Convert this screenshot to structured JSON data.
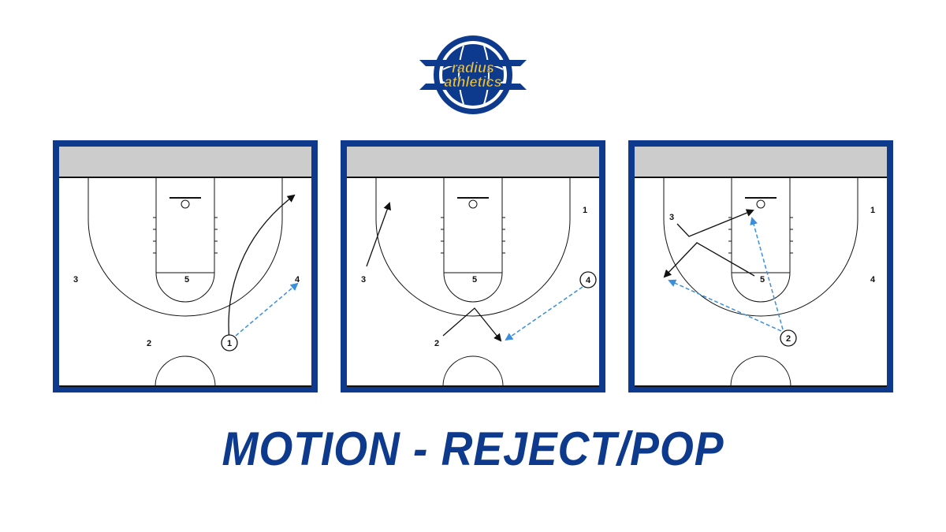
{
  "logo": {
    "line1": "radius",
    "line2": "athletics",
    "colors": {
      "navy": "#0d3a8c",
      "gold": "#f2c230"
    }
  },
  "title": "MOTION - REJECT/POP",
  "colors": {
    "border": "#0d3a8c",
    "baseline": "#cccccc",
    "pass": "#3a8fdc",
    "cut": "#111111"
  },
  "courts": [
    {
      "players": [
        {
          "num": "1",
          "ball": true
        },
        {
          "num": "2"
        },
        {
          "num": "3"
        },
        {
          "num": "4"
        },
        {
          "num": "5"
        }
      ]
    },
    {
      "players": [
        {
          "num": "1"
        },
        {
          "num": "2"
        },
        {
          "num": "3"
        },
        {
          "num": "4",
          "ball": true
        },
        {
          "num": "5"
        }
      ]
    },
    {
      "players": [
        {
          "num": "1"
        },
        {
          "num": "2",
          "ball": true
        },
        {
          "num": "3"
        },
        {
          "num": "4"
        },
        {
          "num": "5"
        }
      ]
    }
  ]
}
